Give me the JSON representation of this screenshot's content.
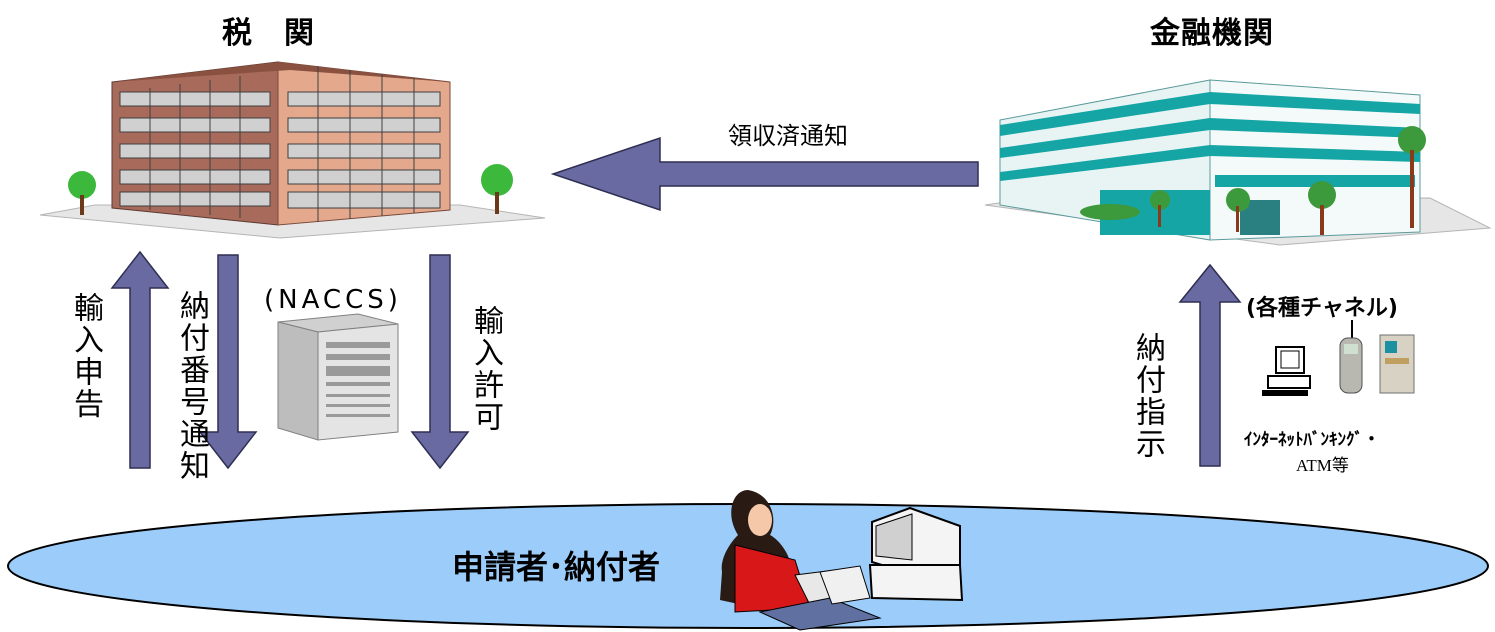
{
  "customs": {
    "label": "税　関"
  },
  "bank": {
    "label": "金融機関"
  },
  "flows": {
    "receipt_notice": "領収済通知",
    "import_declaration": "輸入申告",
    "payment_number_notice": "納付番号通知",
    "import_permit": "輸入許可",
    "payment_instruction": "納付指示"
  },
  "naccs": {
    "label": "(NACCS)"
  },
  "channels": {
    "title": "(各種チャネル)",
    "line1": "ｲﾝﾀｰﾈｯﾄﾊﾞﾝｷﾝｸﾞ・",
    "line2": "ATM等"
  },
  "applicant": {
    "label": "申請者･納付者"
  },
  "colors": {
    "arrow": "#6a6aa3",
    "arrow_stroke": "#2e2e52",
    "ellipse": "#9ccdfa",
    "customs_building": "#d9a08a",
    "bank_building": "#16a5a5"
  }
}
